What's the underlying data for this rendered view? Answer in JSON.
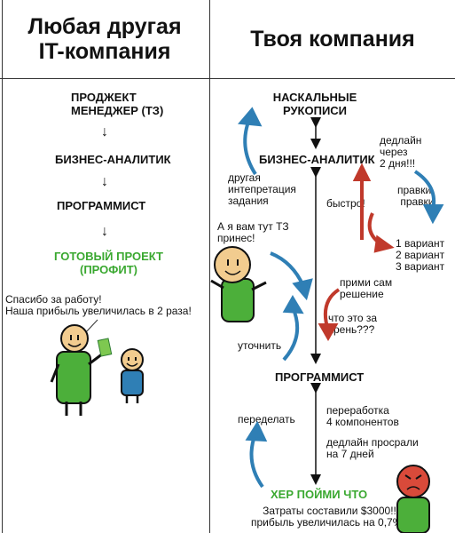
{
  "left": {
    "header": [
      "Любая другая",
      "IT-компания"
    ],
    "chain": [
      "ПРОДЖЕКТ",
      "МЕНЕДЖЕР (ТЗ)",
      "БИЗНЕС-АНАЛИТИК",
      "ПРОГРАММИСТ"
    ],
    "result": [
      "ГОТОВЫЙ ПРОЕКТ",
      "(ПРОФИТ)"
    ],
    "arrow_glyph": "↓",
    "speech": [
      "Спасибо за работу!",
      "Наша прибыль увеличилась в 2 раза!"
    ]
  },
  "right": {
    "header": "Твоя компания",
    "top": [
      "НАСКАЛЬНЫЕ",
      "РУКОПИСИ"
    ],
    "analyst": "БИЗНЕС-АНАЛИТИК",
    "programmer": "ПРОГРАММИСТ",
    "result": "ХЕР ПОЙМИ ЧТО",
    "deadline": [
      "дедлайн",
      "через",
      "2 дня!!!"
    ],
    "other_interp": [
      "другая",
      "интепретация",
      "задания"
    ],
    "fast": "быстро!",
    "edits": [
      "правки,",
      "правки"
    ],
    "tz_speech": [
      "А я вам тут ТЗ",
      "принес!"
    ],
    "variants": [
      "1 вариант",
      "2 вариант",
      "3 вариант"
    ],
    "decide": [
      "прими сам",
      "решение"
    ],
    "what": [
      "что это за",
      "хрень???"
    ],
    "clarify": "уточнить",
    "rework": [
      "переработка",
      "4 компонентов"
    ],
    "redo": "переделать",
    "deadline_missed": [
      "дедлайн просрали",
      "на 7 дней"
    ],
    "costs": [
      "Затраты составили $3000!!!",
      "прибыль увеличилась на 0,7%!!!"
    ]
  },
  "colors": {
    "green": "#3aa830",
    "blue": "#2f7fb5",
    "red": "#c0392b",
    "skin": "#f2cc8f"
  }
}
